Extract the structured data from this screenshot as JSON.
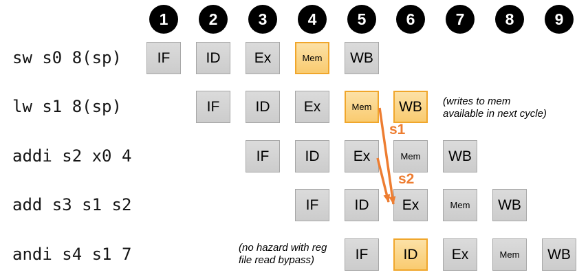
{
  "title": "Pipeline hazard diagram",
  "cycles": [
    "1",
    "2",
    "3",
    "4",
    "5",
    "6",
    "7",
    "8",
    "9"
  ],
  "rows": [
    {
      "instruction": "sw s0 8(sp)",
      "stages": [
        {
          "label": "IF",
          "cycle": 1,
          "highlighted": false
        },
        {
          "label": "ID",
          "cycle": 2,
          "highlighted": false
        },
        {
          "label": "Ex",
          "cycle": 3,
          "highlighted": false
        },
        {
          "label": "Mem",
          "cycle": 4,
          "highlighted": true
        },
        {
          "label": "WB",
          "cycle": 5,
          "highlighted": false
        }
      ]
    },
    {
      "instruction": "lw s1 8(sp)",
      "stages": [
        {
          "label": "IF",
          "cycle": 2,
          "highlighted": false
        },
        {
          "label": "ID",
          "cycle": 3,
          "highlighted": false
        },
        {
          "label": "Ex",
          "cycle": 4,
          "highlighted": false
        },
        {
          "label": "Mem",
          "cycle": 5,
          "highlighted": true
        },
        {
          "label": "WB",
          "cycle": 6,
          "highlighted": true
        }
      ]
    },
    {
      "instruction": "addi s2 x0 4",
      "stages": [
        {
          "label": "IF",
          "cycle": 3,
          "highlighted": false
        },
        {
          "label": "ID",
          "cycle": 4,
          "highlighted": false
        },
        {
          "label": "Ex",
          "cycle": 5,
          "highlighted": false
        },
        {
          "label": "Mem",
          "cycle": 6,
          "highlighted": false
        },
        {
          "label": "WB",
          "cycle": 7,
          "highlighted": false
        }
      ]
    },
    {
      "instruction": "add s3 s1 s2",
      "stages": [
        {
          "label": "IF",
          "cycle": 4,
          "highlighted": false
        },
        {
          "label": "ID",
          "cycle": 5,
          "highlighted": false
        },
        {
          "label": "Ex",
          "cycle": 6,
          "highlighted": false
        },
        {
          "label": "Mem",
          "cycle": 7,
          "highlighted": false
        },
        {
          "label": "WB",
          "cycle": 8,
          "highlighted": false
        }
      ]
    },
    {
      "instruction": "andi s4 s1 7",
      "stages": [
        {
          "label": "IF",
          "cycle": 5,
          "highlighted": false
        },
        {
          "label": "ID",
          "cycle": 6,
          "highlighted": true
        },
        {
          "label": "Ex",
          "cycle": 7,
          "highlighted": false
        },
        {
          "label": "Mem",
          "cycle": 8,
          "highlighted": false
        },
        {
          "label": "WB",
          "cycle": 9,
          "highlighted": false
        }
      ]
    }
  ],
  "annotations": [
    {
      "lines": [
        "(writes to mem",
        "available in next cycle)"
      ]
    },
    {
      "lines": [
        "(no hazard with reg",
        "file read bypass)"
      ]
    }
  ],
  "forwarding": [
    {
      "label": "s1",
      "from_stage": "lw Mem cycle 5",
      "to_stage": "add Ex cycle 6"
    },
    {
      "label": "s2",
      "from_stage": "addi Ex cycle 5",
      "to_stage": "add Ex cycle 6"
    }
  ],
  "colors": {
    "cycle_badge": "#000000",
    "cycle_badge_text": "#ffffff",
    "stage_gray_top": "#dbdbdb",
    "stage_gray_bottom": "#cccccc",
    "stage_gray_border": "#a6a6a6",
    "stage_highlight_top": "#fce1a6",
    "stage_highlight_bottom": "#f9cb70",
    "stage_highlight_border": "#f0a62b",
    "arrow": "#ed7d31"
  }
}
